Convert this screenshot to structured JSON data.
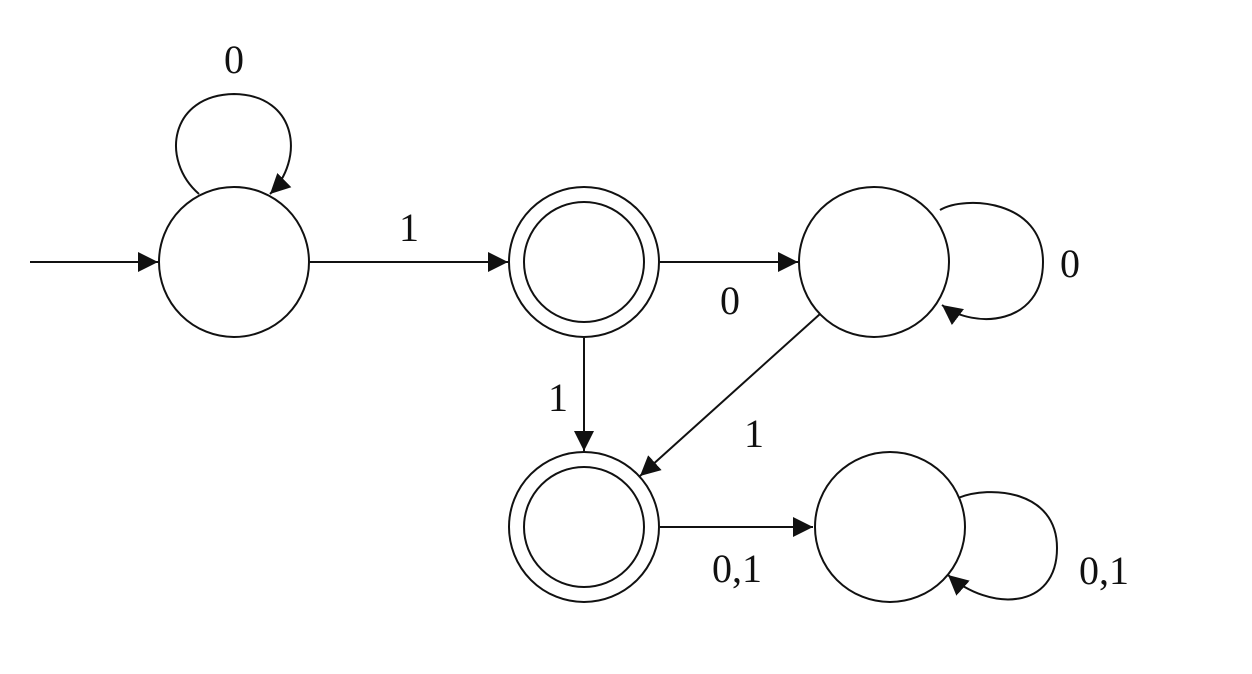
{
  "diagram": {
    "type": "finite-automaton",
    "states": [
      {
        "id": "s0",
        "accepting": false,
        "initial": true
      },
      {
        "id": "s1",
        "accepting": true,
        "initial": false
      },
      {
        "id": "s2",
        "accepting": false,
        "initial": false
      },
      {
        "id": "s3",
        "accepting": true,
        "initial": false
      },
      {
        "id": "s4",
        "accepting": false,
        "initial": false
      }
    ],
    "transitions": [
      {
        "id": "t-s0-s0",
        "from": "s0",
        "to": "s0",
        "label": "0"
      },
      {
        "id": "t-s0-s1",
        "from": "s0",
        "to": "s1",
        "label": "1"
      },
      {
        "id": "t-s1-s2",
        "from": "s1",
        "to": "s2",
        "label": "0"
      },
      {
        "id": "t-s2-s2",
        "from": "s2",
        "to": "s2",
        "label": "0"
      },
      {
        "id": "t-s1-s3",
        "from": "s1",
        "to": "s3",
        "label": "1"
      },
      {
        "id": "t-s2-s3",
        "from": "s2",
        "to": "s3",
        "label": "1"
      },
      {
        "id": "t-s3-s4",
        "from": "s3",
        "to": "s4",
        "label": "0,1"
      },
      {
        "id": "t-s4-s4",
        "from": "s4",
        "to": "s4",
        "label": "0,1"
      }
    ]
  }
}
